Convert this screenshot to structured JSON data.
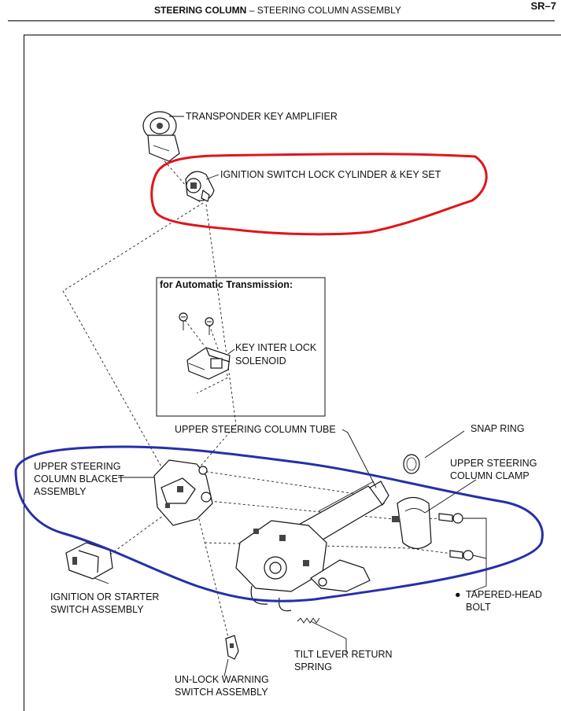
{
  "header": {
    "section": "STEERING COLUMN",
    "separator": "–",
    "subsection": "STEERING COLUMN ASSEMBLY",
    "page": "SR–7"
  },
  "inset": {
    "title": "for Automatic Transmission:"
  },
  "labels": {
    "transponder": "TRANSPONDER KEY AMPLIFIER",
    "ignition_lock": "IGNITION SWITCH LOCK CYLINDER & KEY SET",
    "key_interlock_1": "KEY INTER LOCK",
    "key_interlock_2": "SOLENOID",
    "upper_tube": "UPPER STEERING COLUMN TUBE",
    "snap_ring": "SNAP RING",
    "bracket_1": "UPPER STEERING",
    "bracket_2": "COLUMN BLACKET",
    "bracket_3": "ASSEMBLY",
    "clamp_1": "UPPER STEERING",
    "clamp_2": "COLUMN CLAMP",
    "ignition_starter_1": "IGNITION OR STARTER",
    "ignition_starter_2": "SWITCH ASSEMBLY",
    "tapered_1": "TAPERED-HEAD",
    "tapered_2": "BOLT",
    "tapered_marker": "●",
    "tilt_1": "TILT LEVER RETURN",
    "tilt_2": "SPRING",
    "unlock_1": "UN-LOCK WARNING",
    "unlock_2": "SWITCH ASSEMBLY"
  },
  "annotations": {
    "red_outline_color": "#e0151a",
    "blue_outline_color": "#2630a8"
  }
}
